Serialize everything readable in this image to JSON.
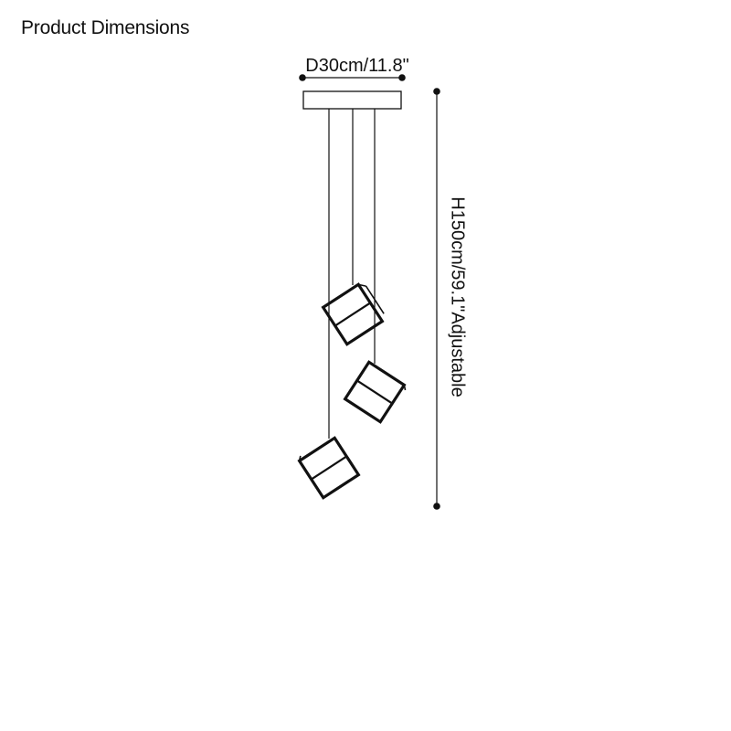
{
  "title": "Product Dimensions",
  "dimensions": {
    "diameter_label": "D30cm/11.8\"",
    "height_label": "H150cm/59.1\"Adjustable"
  },
  "colors": {
    "line": "#111111",
    "background": "#ffffff"
  }
}
